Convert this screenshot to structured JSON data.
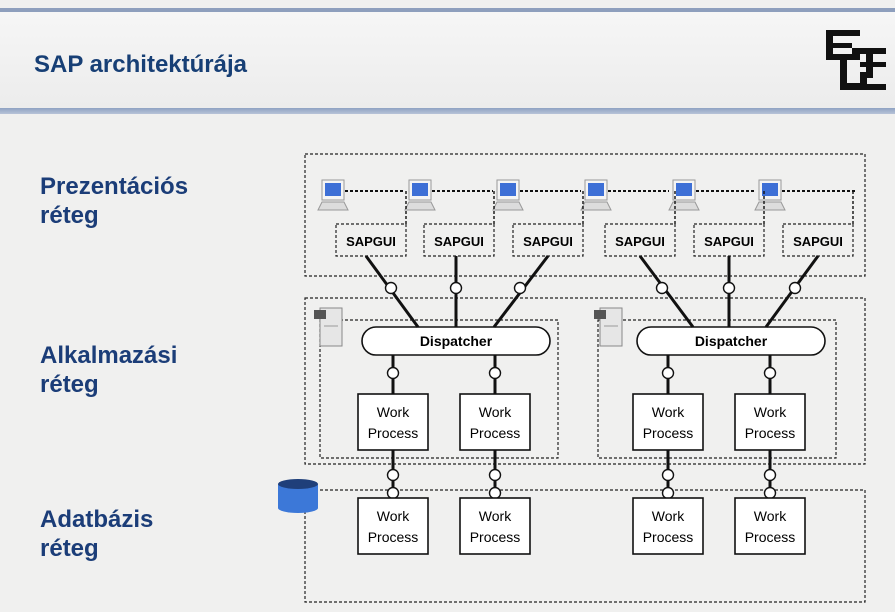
{
  "slide": {
    "title": "SAP architektúrája",
    "logo_letters": [
      "E",
      "L",
      "T",
      "E"
    ],
    "colors": {
      "title": "#173f75",
      "accent_bar": "#8e9fbd",
      "monitor_screen": "#3d6fd6",
      "database": "#3c78d8"
    }
  },
  "layers": [
    {
      "id": "presentation",
      "line1": "Prezentációs",
      "line2": "réteg"
    },
    {
      "id": "application",
      "line1": "Alkalmazási",
      "line2": "réteg"
    },
    {
      "id": "database",
      "line1": "Adatbázis",
      "line2": "réteg"
    }
  ],
  "presentation": {
    "clients": [
      "SAPGUI",
      "SAPGUI",
      "SAPGUI",
      "SAPGUI",
      "SAPGUI",
      "SAPGUI"
    ]
  },
  "application": {
    "servers": [
      {
        "dispatcher": "Dispatcher",
        "work_processes": [
          [
            "Work",
            "Process"
          ],
          [
            "Work",
            "Process"
          ]
        ]
      },
      {
        "dispatcher": "Dispatcher",
        "work_processes": [
          [
            "Work",
            "Process"
          ],
          [
            "Work",
            "Process"
          ]
        ]
      }
    ]
  },
  "database": {
    "work_processes": [
      [
        "Work",
        "Process"
      ],
      [
        "Work",
        "Process"
      ],
      [
        "Work",
        "Process"
      ],
      [
        "Work",
        "Process"
      ]
    ]
  }
}
